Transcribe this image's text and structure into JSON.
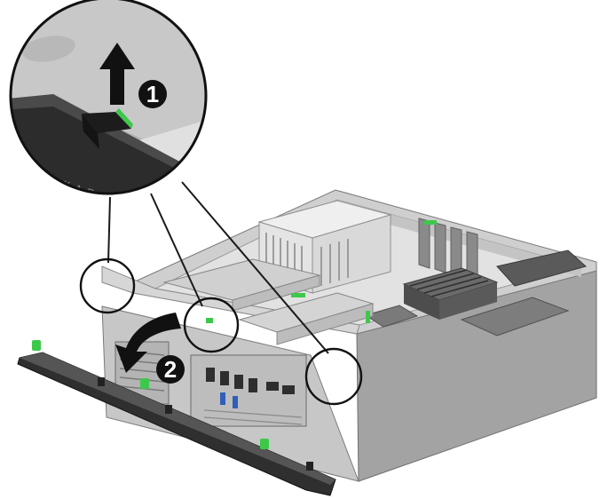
{
  "diagram": {
    "callouts": [
      {
        "label": "1",
        "meaning": "lift-tab"
      },
      {
        "label": "2",
        "meaning": "rotate-bezel-off"
      }
    ],
    "brand_lettering": "PACKARD",
    "colors": {
      "chassis_light": "#dcdcdc",
      "chassis_mid": "#bdbdbd",
      "chassis_dark": "#8f8f8f",
      "bezel": "#2f2f2f",
      "accent_green": "#3ec84a",
      "callout_fill": "#111111",
      "outline": "#1a1a1a"
    },
    "icons": {
      "arrow_up": "arrow-up-icon",
      "arrow_curved": "curved-arrow-icon"
    }
  }
}
